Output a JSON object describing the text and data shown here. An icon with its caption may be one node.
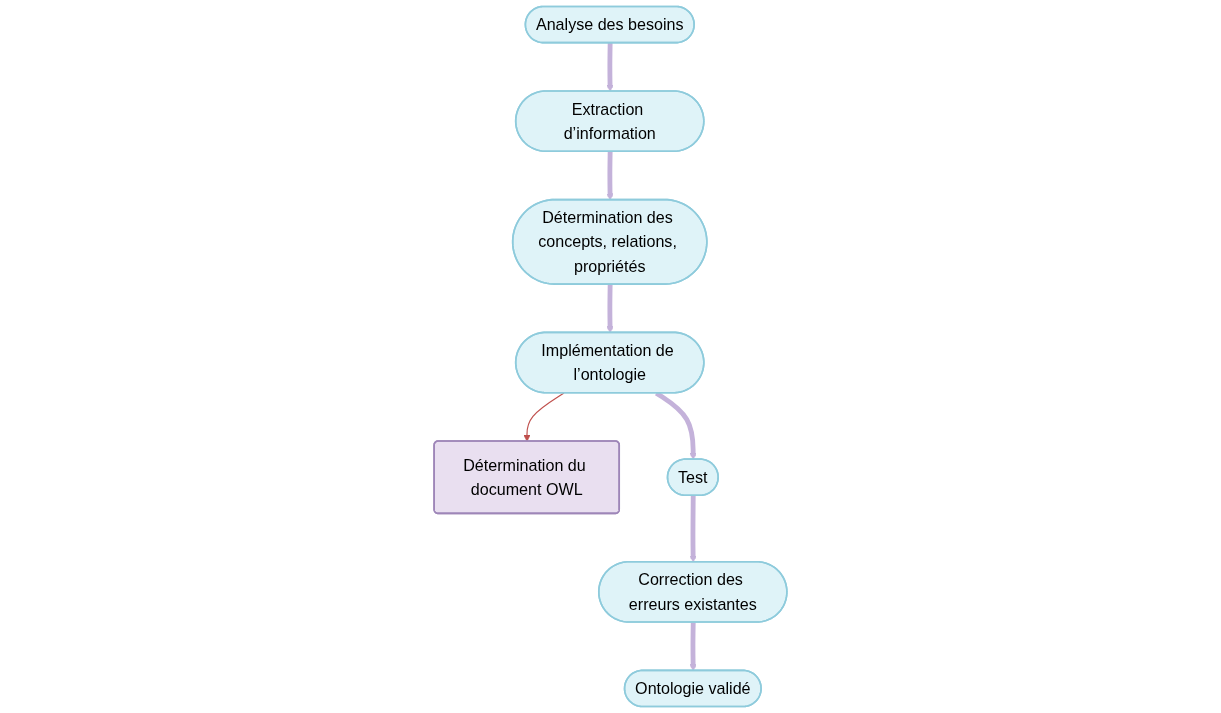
{
  "diagram": {
    "nodes": [
      {
        "text": [
          "Analyse des besoins"
        ]
      },
      {
        "text": [
          "Extraction d’information"
        ]
      },
      {
        "text": [
          "Détermination des concepts, relations, propriétés"
        ]
      },
      {
        "text": [
          "Implémentation de l’ontologie"
        ]
      },
      {
        "text": [
          "Détermination du document OWL"
        ]
      },
      {
        "text": [
          "Test"
        ]
      },
      {
        "text": [
          "Correction des erreurs existantes"
        ]
      },
      {
        "text": [
          "Ontologie validé"
        ]
      }
    ],
    "edges": [
      {
        "from": 0,
        "to": 1,
        "arrow": "to"
      },
      {
        "from": 1,
        "to": 2,
        "arrow": "to"
      },
      {
        "from": 2,
        "to": 3,
        "arrow": "to"
      },
      {
        "from": 3,
        "to": 4,
        "arrow": "to",
        "color": "#c0504d"
      },
      {
        "from": 3,
        "to": 5,
        "arrow": "to"
      },
      {
        "from": 5,
        "to": 6,
        "arrow": "to"
      },
      {
        "from": 6,
        "to": 7,
        "arrow": "to"
      }
    ]
  }
}
